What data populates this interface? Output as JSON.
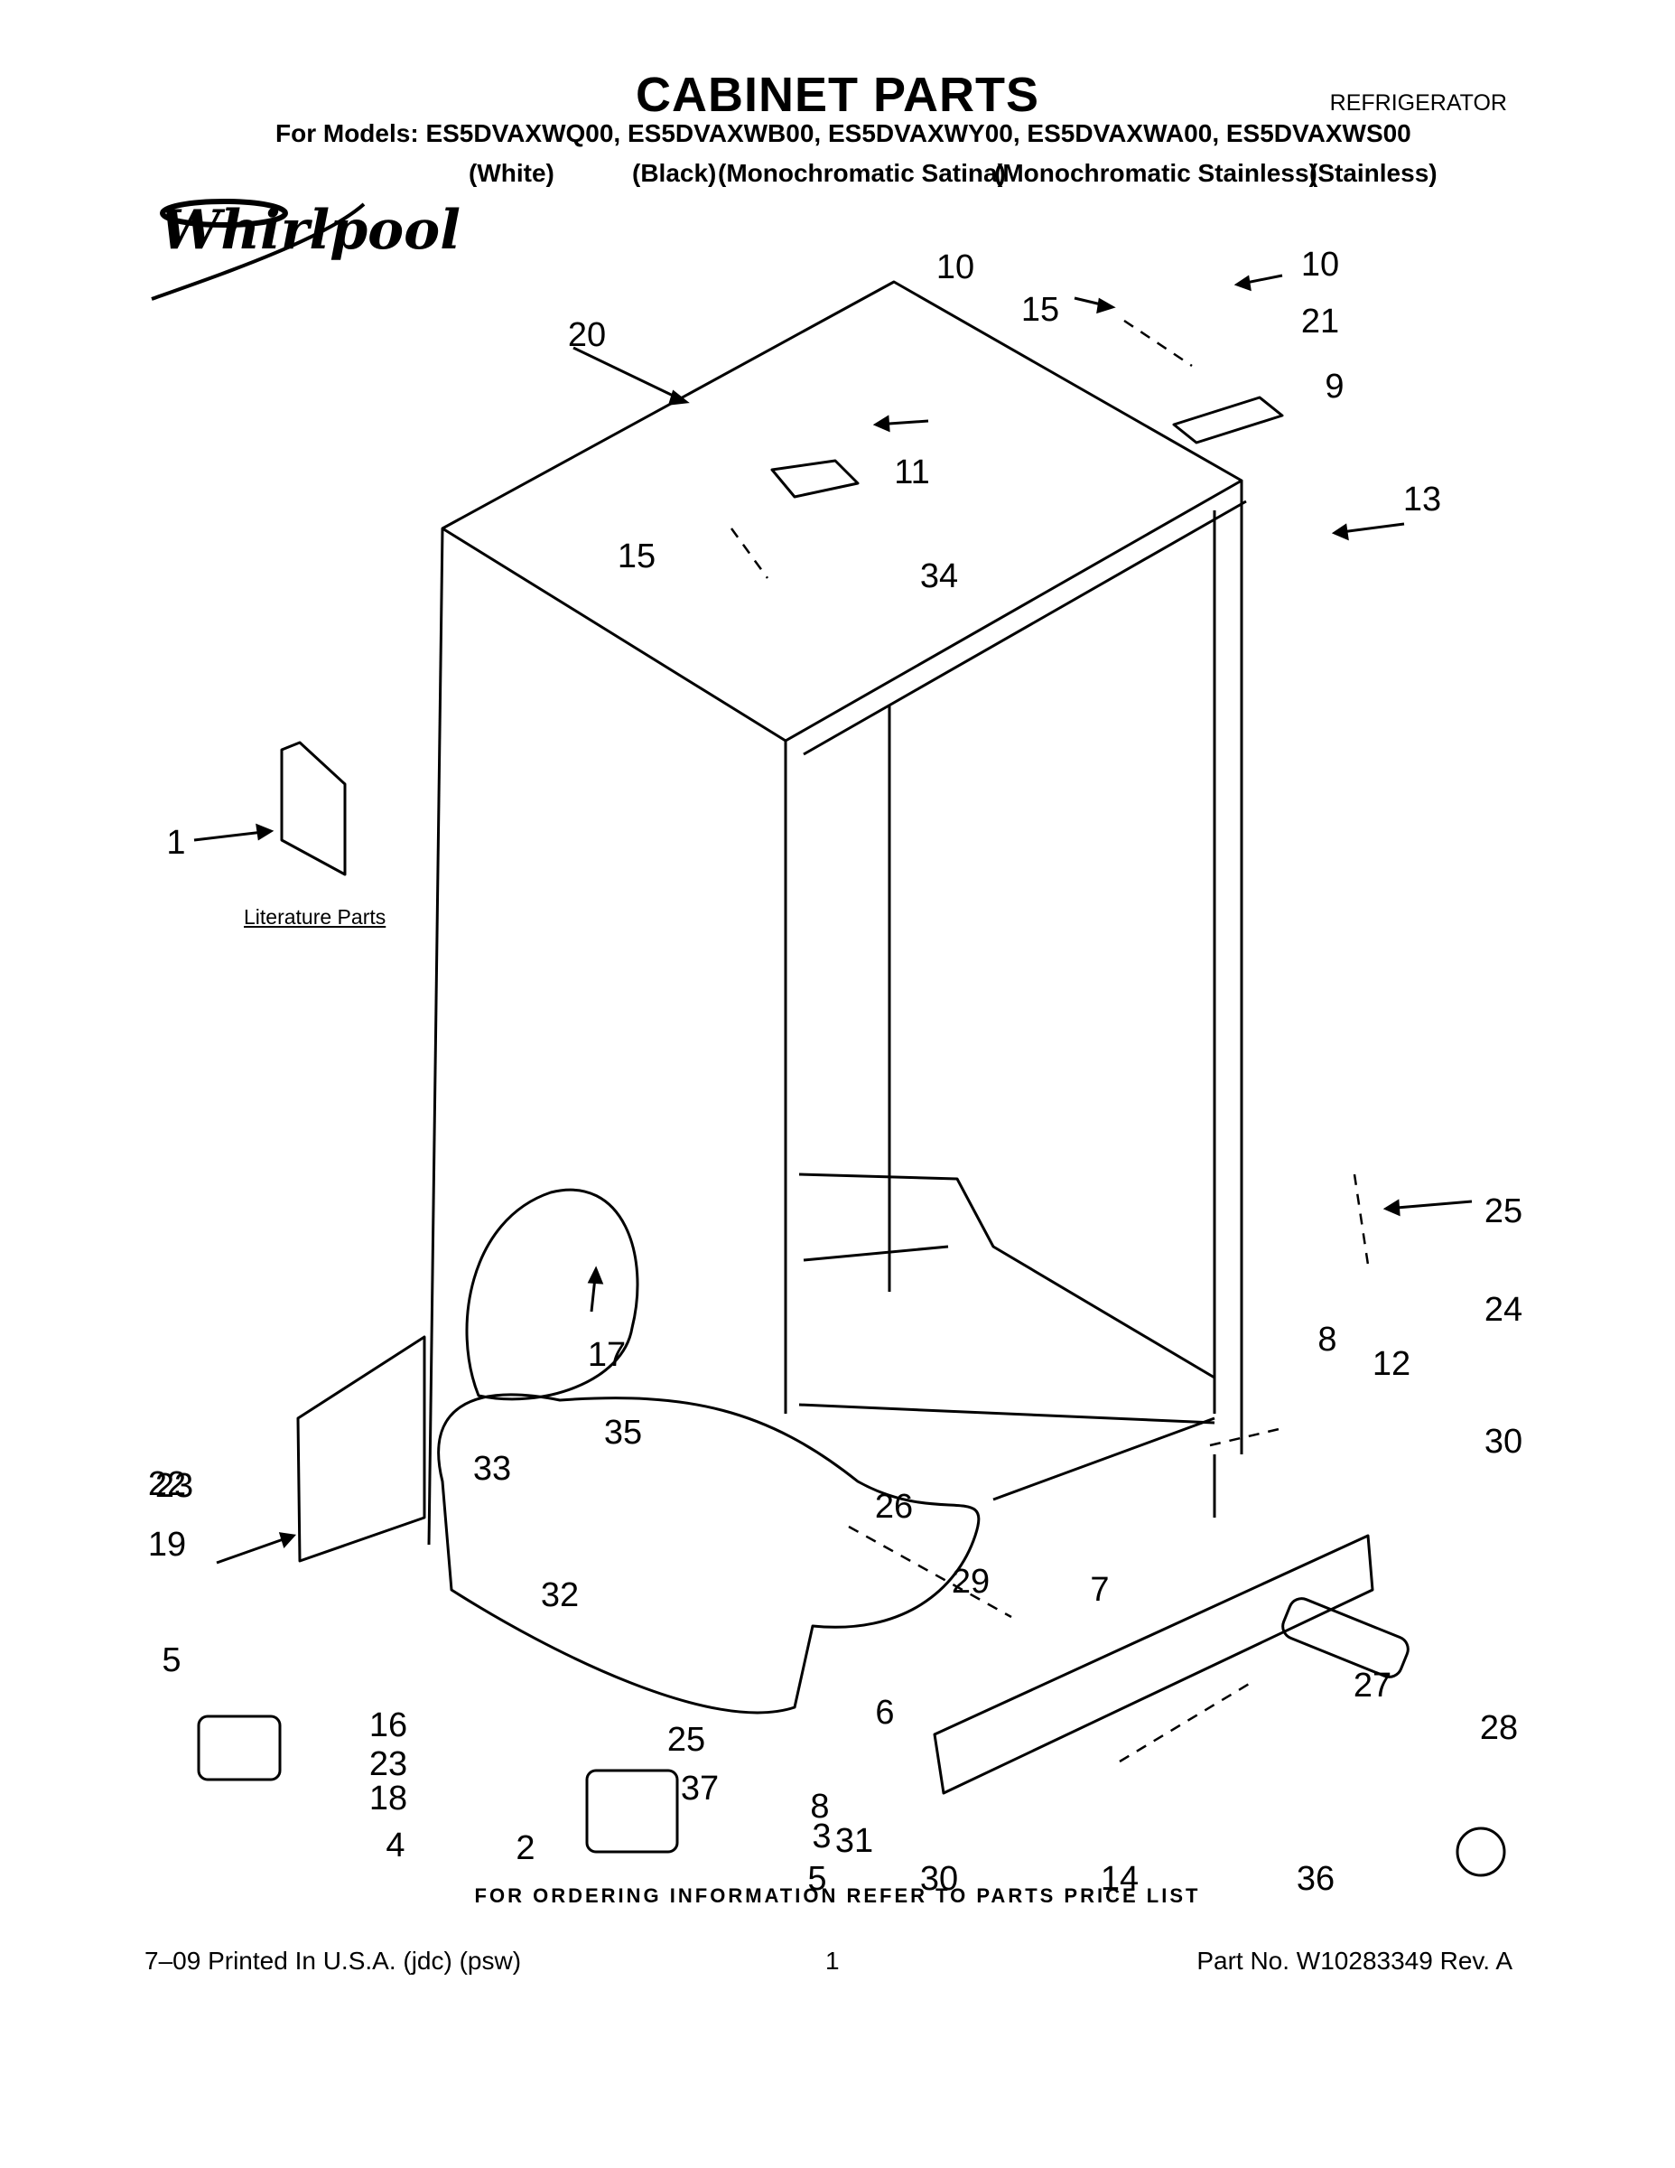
{
  "header": {
    "title": "CABINET PARTS",
    "category": "REFRIGERATOR",
    "models_line": "For Models: ES5DVAXWQ00, ES5DVAXWB00, ES5DVAXWY00, ES5DVAXWA00, ES5DVAXWS00",
    "variants": [
      "(White)",
      "(Black)",
      "(Monochromatic Satina)",
      "(Monochromatic Stainless)",
      "(Stainless)"
    ]
  },
  "brand": {
    "logo_text": "Whirlpool",
    "icon": "whirlpool-swirl-logo"
  },
  "literature_label": "Literature Parts",
  "callouts": [
    "1",
    "2",
    "3",
    "4",
    "5",
    "5",
    "6",
    "7",
    "8",
    "8",
    "9",
    "10",
    "10",
    "11",
    "12",
    "13",
    "14",
    "15",
    "15",
    "16",
    "17",
    "18",
    "19",
    "20",
    "21",
    "22",
    "23",
    "23",
    "24",
    "25",
    "25",
    "26",
    "27",
    "28",
    "29",
    "30",
    "30",
    "31",
    "32",
    "33",
    "34",
    "35",
    "36",
    "37"
  ],
  "footer": {
    "order_note": "FOR ORDERING INFORMATION REFER TO PARTS PRICE LIST",
    "printed": "7–09 Printed In U.S.A. (jdc) (psw)",
    "page": "1",
    "part_no": "Part No. W10283349 Rev. A"
  }
}
